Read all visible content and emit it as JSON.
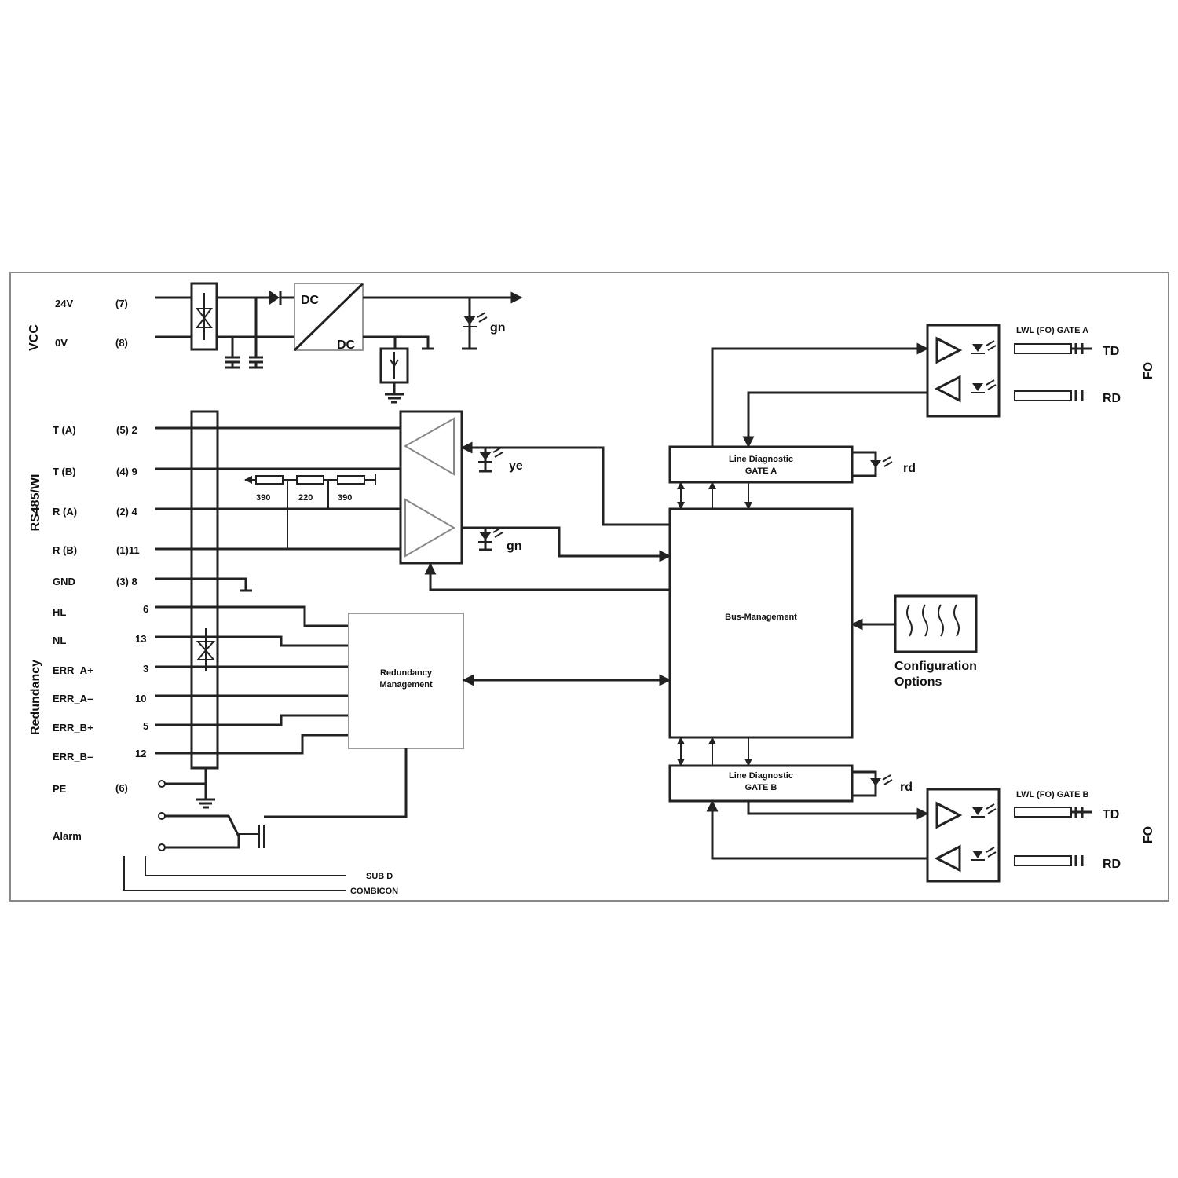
{
  "groups": {
    "vcc": "VCC",
    "rs485": "RS485/WI",
    "redundancy": "Redundancy",
    "fo_top": "FO",
    "fo_bottom": "FO"
  },
  "power": {
    "terminals": [
      {
        "name": "24V",
        "pin": "(7)"
      },
      {
        "name": "0V",
        "pin": "(8)"
      }
    ],
    "converter_in": "DC",
    "converter_out": "DC",
    "led_color": "gn"
  },
  "rs485": {
    "terminals": [
      {
        "name": "T (A)",
        "pin": "(5) 2"
      },
      {
        "name": "T (B)",
        "pin": "(4) 9"
      },
      {
        "name": "R (A)",
        "pin": "(2) 4"
      },
      {
        "name": "R (B)",
        "pin": "(1)11"
      },
      {
        "name": "GND",
        "pin": "(3) 8"
      }
    ],
    "resistors": [
      "390",
      "220",
      "390"
    ],
    "tx_led": "ye",
    "rx_led": "gn"
  },
  "redundancy": {
    "terminals": [
      {
        "name": "HL",
        "pin": "6"
      },
      {
        "name": "NL",
        "pin": "13"
      },
      {
        "name": "ERR_A+",
        "pin": "3"
      },
      {
        "name": "ERR_A–",
        "pin": "10"
      },
      {
        "name": "ERR_B+",
        "pin": "5"
      },
      {
        "name": "ERR_B–",
        "pin": "12"
      }
    ],
    "pe": {
      "name": "PE",
      "pin": "(6)"
    },
    "alarm": "Alarm",
    "block_line1": "Redundancy",
    "block_line2": "Management"
  },
  "connectors": {
    "sub_d": "SUB D",
    "combicon": "COMBICON"
  },
  "bus_management": "Bus-Management",
  "line_diag_a": {
    "line1": "Line Diagnostic",
    "line2": "GATE A",
    "led": "rd"
  },
  "line_diag_b": {
    "line1": "Line Diagnostic",
    "line2": "GATE B",
    "led": "rd"
  },
  "gate_a": {
    "title": "LWL (FO) GATE A",
    "td": "TD",
    "rd": "RD"
  },
  "gate_b": {
    "title": "LWL (FO) GATE B",
    "td": "TD",
    "rd": "RD"
  },
  "config": {
    "line1": "Configuration",
    "line2": "Options"
  }
}
